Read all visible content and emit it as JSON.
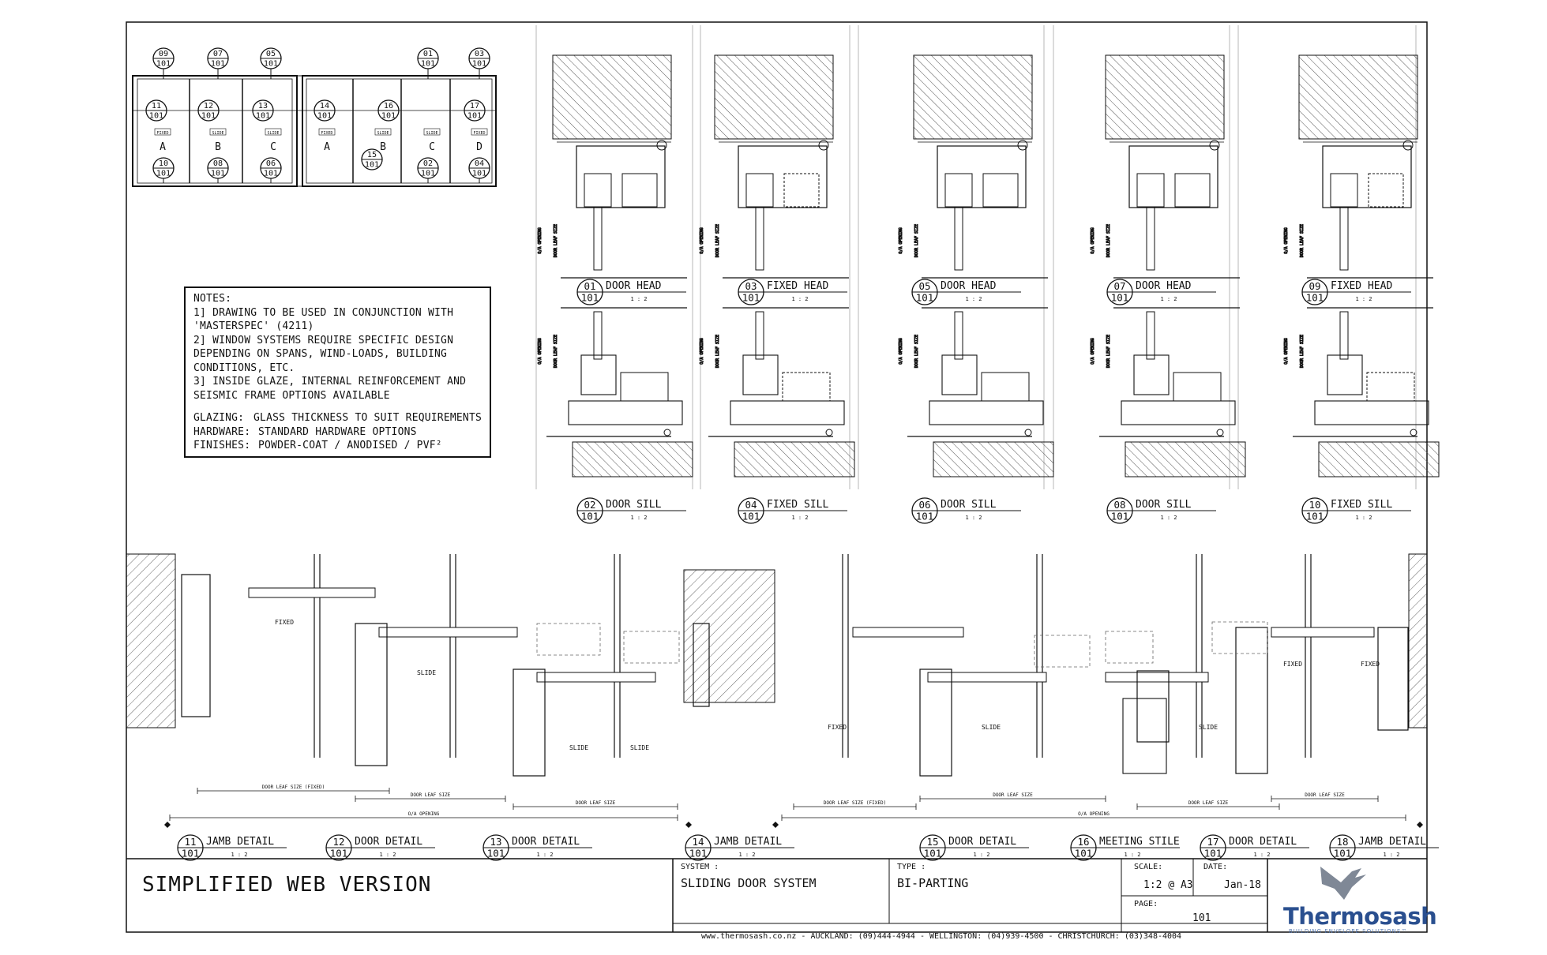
{
  "notes": {
    "heading": "NOTES:",
    "lines": [
      "1] DRAWING TO BE USED IN CONJUNCTION WITH",
      "'MASTERSPEC' (4211)",
      "2] WINDOW SYSTEMS REQUIRE SPECIFIC DESIGN",
      "DEPENDING ON SPANS, WIND-LOADS, BUILDING",
      "CONDITIONS, ETC.",
      "3] INSIDE GLAZE, INTERNAL REINFORCEMENT AND",
      "SEISMIC FRAME OPTIONS AVAILABLE"
    ],
    "glazing_label": "GLAZING:",
    "glazing_value": "GLASS THICKNESS TO SUIT REQUIREMENTS",
    "hardware_label": "HARDWARE:",
    "hardware_value": "STANDARD HARDWARE OPTIONS",
    "finishes_label": "FINISHES:",
    "finishes_value": "POWDER-COAT / ANODISED / PVF²"
  },
  "elevation": {
    "sheet_ref": "101",
    "top_markers": [
      "09",
      "07",
      "05",
      "01",
      "03"
    ],
    "bottom_markers": [
      "10",
      "08",
      "06",
      "02",
      "04"
    ],
    "mid_markers": [
      "11",
      "12",
      "13",
      "14",
      "16",
      "17"
    ],
    "extra_marker": "15",
    "panel_letters": [
      "A",
      "B",
      "C",
      "A",
      "B",
      "C",
      "D"
    ],
    "panel_tags": [
      "FIXED",
      "SLIDE",
      "SLIDE",
      "FIXED",
      "SLIDE",
      "SLIDE",
      "FIXED"
    ]
  },
  "section_labels_top": [
    {
      "num": "01",
      "sheet": "101",
      "title": "DOOR HEAD",
      "scale": "1 : 2"
    },
    {
      "num": "03",
      "sheet": "101",
      "title": "FIXED HEAD",
      "scale": "1 : 2"
    },
    {
      "num": "05",
      "sheet": "101",
      "title": "DOOR HEAD",
      "scale": "1 : 2"
    },
    {
      "num": "07",
      "sheet": "101",
      "title": "DOOR HEAD",
      "scale": "1 : 2"
    },
    {
      "num": "09",
      "sheet": "101",
      "title": "FIXED HEAD",
      "scale": "1 : 2"
    }
  ],
  "section_labels_sill": [
    {
      "num": "02",
      "sheet": "101",
      "title": "DOOR SILL",
      "scale": "1 : 2"
    },
    {
      "num": "04",
      "sheet": "101",
      "title": "FIXED SILL",
      "scale": "1 : 2"
    },
    {
      "num": "06",
      "sheet": "101",
      "title": "DOOR SILL",
      "scale": "1 : 2"
    },
    {
      "num": "08",
      "sheet": "101",
      "title": "DOOR SILL",
      "scale": "1 : 2"
    },
    {
      "num": "10",
      "sheet": "101",
      "title": "FIXED SILL",
      "scale": "1 : 2"
    }
  ],
  "plan_labels": [
    {
      "num": "11",
      "sheet": "101",
      "title": "JAMB DETAIL",
      "scale": "1 : 2"
    },
    {
      "num": "12",
      "sheet": "101",
      "title": "DOOR DETAIL",
      "scale": "1 : 2"
    },
    {
      "num": "13",
      "sheet": "101",
      "title": "DOOR DETAIL",
      "scale": "1 : 2"
    },
    {
      "num": "14",
      "sheet": "101",
      "title": "JAMB DETAIL",
      "scale": "1 : 2"
    },
    {
      "num": "15",
      "sheet": "101",
      "title": "DOOR DETAIL",
      "scale": "1 : 2"
    },
    {
      "num": "16",
      "sheet": "101",
      "title": "MEETING STILE",
      "scale": "1 : 2"
    },
    {
      "num": "17",
      "sheet": "101",
      "title": "DOOR DETAIL",
      "scale": "1 : 2"
    },
    {
      "num": "18",
      "sheet": "101",
      "title": "JAMB DETAIL",
      "scale": "1 : 2"
    }
  ],
  "section_dims": {
    "oa_opening": "O/A OPENING",
    "door_leaf_size": "DOOR LEAF SIZE"
  },
  "plan_text": {
    "fixed": "FIXED",
    "slide": "SLIDE",
    "door_leaf_fixed": "DOOR LEAF SIZE (FIXED)",
    "door_leaf": "DOOR LEAF SIZE",
    "oa_opening": "O/A OPENING"
  },
  "title_block": {
    "web_version": "SIMPLIFIED WEB VERSION",
    "system_label": "SYSTEM :",
    "system_value": "SLIDING DOOR SYSTEM",
    "type_label": "TYPE :",
    "type_value": "BI-PARTING",
    "scale_label": "SCALE:",
    "scale_value": "1:2 @ A3",
    "date_label": "DATE:",
    "date_value": "Jan-18",
    "page_label": "PAGE:",
    "page_value": "101",
    "footer": "www.thermosash.co.nz  -  AUCKLAND: (09)444-4944  -  WELLINGTON: (04)939-4500  -  CHRISTCHURCH: (03)348-4004",
    "brand": "Thermosash",
    "brand_sub": "BUILDING ENVELOPE SOLUTIONS™"
  },
  "colors": {
    "line": "#111111",
    "brand": "#2a4f8f",
    "hatch": "#555555"
  }
}
